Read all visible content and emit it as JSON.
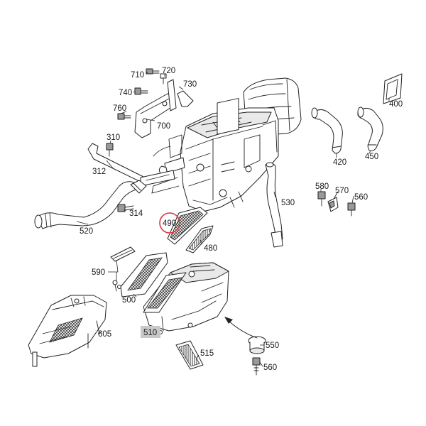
{
  "callouts": {
    "p400": "400",
    "p420": "420",
    "p450": "450",
    "p480": "480",
    "p490": "490",
    "p500": "500",
    "p510": "510",
    "p515": "515",
    "p520": "520",
    "p530": "530",
    "p550": "550",
    "p560a": "560",
    "p560b": "560",
    "p570": "570",
    "p580": "580",
    "p590": "590",
    "p605": "605",
    "p700": "700",
    "p710": "710",
    "p720": "720",
    "p730": "730",
    "p740": "740",
    "p760": "760",
    "p310": "310",
    "p312": "312",
    "p314": "314"
  },
  "colors": {
    "highlight_ring": "#d9363e",
    "label_box": "#c8c8c8",
    "line": "#222222"
  },
  "highlight": {
    "part": "490"
  }
}
